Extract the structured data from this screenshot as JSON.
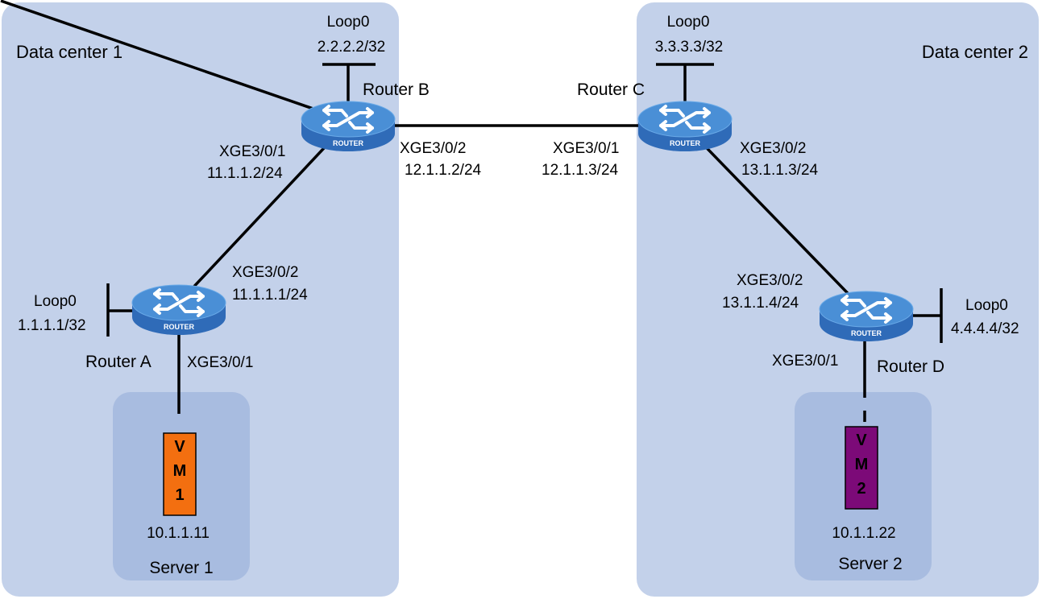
{
  "colors": {
    "datacenter_fill": "#c3d1ea",
    "server_fill": "#a8bce0",
    "router_body": "#2f6bb8",
    "router_top": "#4a8fd6",
    "vm1_fill": "#f36f10",
    "vm2_fill": "#7c0a78"
  },
  "datacenters": [
    {
      "label": "Data center 1"
    },
    {
      "label": "Data center 2"
    }
  ],
  "routers": {
    "a": {
      "name": "Router A",
      "badge": "ROUTER",
      "loop_label": "Loop0",
      "loop_ip": "1.1.1.1/32"
    },
    "b": {
      "name": "Router B",
      "badge": "ROUTER",
      "loop_label": "Loop0",
      "loop_ip": "2.2.2.2/32"
    },
    "c": {
      "name": "Router C",
      "badge": "ROUTER",
      "loop_label": "Loop0",
      "loop_ip": "3.3.3.3/32"
    },
    "d": {
      "name": "Router D",
      "badge": "ROUTER",
      "loop_label": "Loop0",
      "loop_ip": "4.4.4.4/32"
    }
  },
  "interfaces": {
    "b_to_a": {
      "name": "XGE3/0/1",
      "ip": "11.1.1.2/24"
    },
    "a_to_b": {
      "name": "XGE3/0/2",
      "ip": "11.1.1.1/24"
    },
    "a_to_server": {
      "name": "XGE3/0/1"
    },
    "b_to_c": {
      "name": "XGE3/0/2",
      "ip": "12.1.1.2/24"
    },
    "c_to_b": {
      "name": "XGE3/0/1",
      "ip": "12.1.1.3/24"
    },
    "c_to_d": {
      "name": "XGE3/0/2",
      "ip": "13.1.1.3/24"
    },
    "d_to_c": {
      "name": "XGE3/0/2",
      "ip": "13.1.1.4/24"
    },
    "d_to_server": {
      "name": "XGE3/0/1"
    }
  },
  "servers": [
    {
      "label": "Server 1",
      "vm_line1": "V",
      "vm_line2": "M",
      "vm_line3": "1",
      "vm_ip": "10.1.1.11"
    },
    {
      "label": "Server 2",
      "vm_line1": "V",
      "vm_line2": "M",
      "vm_line3": "2",
      "vm_ip": "10.1.1.22"
    }
  ]
}
